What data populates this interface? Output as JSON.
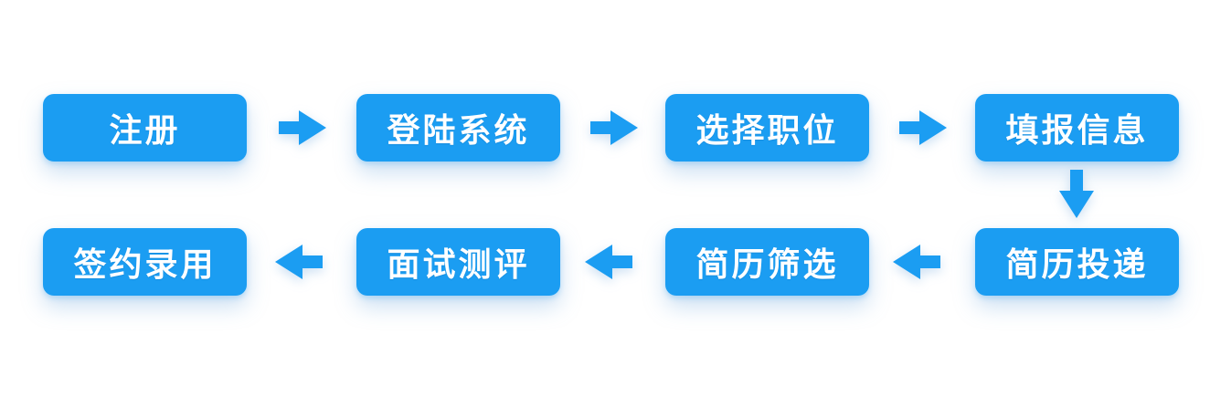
{
  "flow": {
    "title": "recruitment-process-flowchart",
    "steps": [
      {
        "order": 1,
        "label": "注册"
      },
      {
        "order": 2,
        "label": "登陆系统"
      },
      {
        "order": 3,
        "label": "选择职位"
      },
      {
        "order": 4,
        "label": "填报信息"
      },
      {
        "order": 5,
        "label": "简历投递"
      },
      {
        "order": 6,
        "label": "简历筛选"
      },
      {
        "order": 7,
        "label": "面试测评"
      },
      {
        "order": 8,
        "label": "签约录用"
      }
    ],
    "connectors": [
      {
        "from": "注册",
        "to": "登陆系统",
        "direction": "right"
      },
      {
        "from": "登陆系统",
        "to": "选择职位",
        "direction": "right"
      },
      {
        "from": "选择职位",
        "to": "填报信息",
        "direction": "right"
      },
      {
        "from": "填报信息",
        "to": "简历投递",
        "direction": "down"
      },
      {
        "from": "简历投递",
        "to": "简历筛选",
        "direction": "left"
      },
      {
        "from": "简历筛选",
        "to": "面试测评",
        "direction": "left"
      },
      {
        "from": "面试测评",
        "to": "签约录用",
        "direction": "left"
      }
    ],
    "colors": {
      "box": "#1b9df2",
      "arrow": "#1b9df2",
      "text": "#ffffff",
      "background": "#ffffff"
    }
  }
}
